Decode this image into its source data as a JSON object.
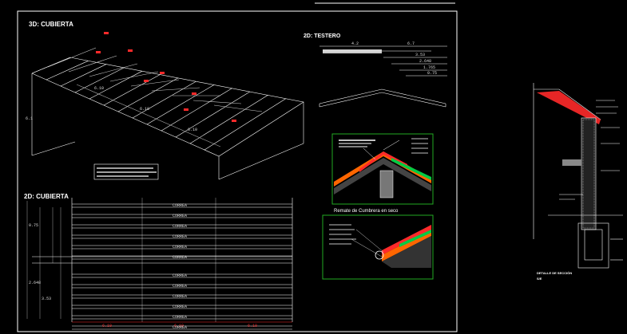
{
  "titles": {
    "cubierta_3d": "3D: CUBIERTA",
    "testero": "2D: TESTERO",
    "cubierta_2d": "2D: CUBIERTA",
    "remate": "Remate de Cumbrera en seco",
    "detalle": "DETALLE DE SECCIÓN"
  },
  "detalle_scale": "S/E",
  "testero_dims": [
    "4.2",
    "6.7",
    "3.53",
    "2.648",
    "1.765",
    "0.75"
  ],
  "plan_rows": [
    "CORREA",
    "CORREA",
    "CORREA",
    "CORREA",
    "CORREA",
    "CORREA",
    "CORREA",
    "CORREA",
    "CORREA",
    "CORREA",
    "CORREA",
    "CORREA"
  ],
  "plan_bottom_dims": [
    "6.10",
    "6.10",
    "6.10"
  ],
  "plan_left_dims": [
    "0.75",
    "2.648",
    "3.53"
  ],
  "iso_dims": [
    "6.10",
    "6.10",
    "6.10",
    "6.1"
  ],
  "colors": {
    "background": "#000000",
    "lines": "#ffffff",
    "accent": "#ff2a2a",
    "detail_frame": "#22aa22",
    "insulation": "#ff6600",
    "membrane": "#00cc44"
  }
}
